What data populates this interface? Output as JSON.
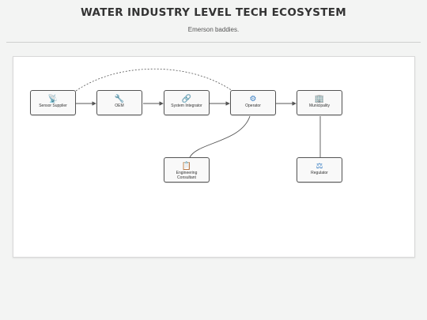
{
  "header": {
    "title": "WATER INDUSTRY LEVEL TECH ECOSYSTEM",
    "subtitle": "Emerson baddies."
  },
  "nodes": [
    {
      "id": "sensor",
      "icon": "satellite-dish-icon",
      "glyph": "📡",
      "label": "Sensor Supplier"
    },
    {
      "id": "oem",
      "icon": "wrench-icon",
      "glyph": "🔧",
      "label": "OEM"
    },
    {
      "id": "integrator",
      "icon": "link-icon",
      "glyph": "🔗",
      "label": "System Integrator"
    },
    {
      "id": "operator",
      "icon": "gear-icon",
      "glyph": "⚙",
      "label": "Operator"
    },
    {
      "id": "municipality",
      "icon": "building-icon",
      "glyph": "🏢",
      "label": "Municipality"
    },
    {
      "id": "consultant",
      "icon": "clipboard-icon",
      "glyph": "📋",
      "label": "Engineering Consultant"
    },
    {
      "id": "regulator",
      "icon": "scales-icon",
      "glyph": "⚖",
      "label": "Regulator"
    }
  ],
  "edges": [
    {
      "from": "sensor",
      "to": "oem",
      "style": "arrow"
    },
    {
      "from": "oem",
      "to": "integrator",
      "style": "arrow"
    },
    {
      "from": "integrator",
      "to": "operator",
      "style": "arrow"
    },
    {
      "from": "operator",
      "to": "municipality",
      "style": "arrow"
    },
    {
      "from": "sensor",
      "to": "operator",
      "style": "dashed-curve"
    },
    {
      "from": "operator",
      "to": "consultant",
      "style": "curve"
    },
    {
      "from": "municipality",
      "to": "regulator",
      "style": "line"
    }
  ],
  "colors": {
    "node_border": "#555555",
    "edge": "#555555",
    "icon_blue": "#3a7fc4"
  }
}
